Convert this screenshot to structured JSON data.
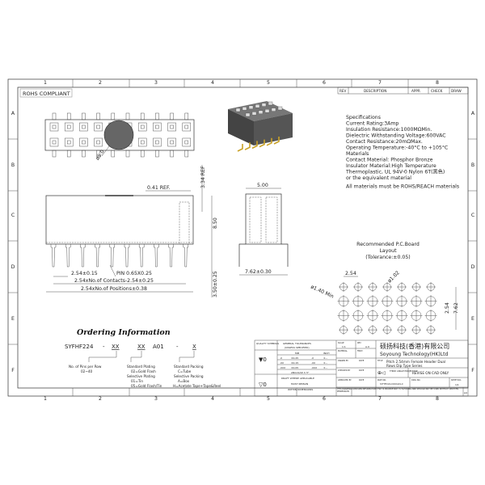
{
  "frame": {
    "columns": [
      "1",
      "2",
      "3",
      "4",
      "5",
      "6",
      "7",
      "8"
    ],
    "rows": [
      "A",
      "B",
      "C",
      "D",
      "E",
      "F"
    ]
  },
  "revision_table": {
    "rev": "REV",
    "description": "DESCRIPTION",
    "appr": "APPR",
    "check": "CHECK",
    "draw": "DRAW"
  },
  "rohs_label": "ROHS COMPLIANT",
  "specifications": [
    "Specifications",
    "Current Rating:3Amp",
    "Insulation Resistance:1000MΩMin.",
    "Dielectric Withstanding Voltage:600VAC",
    "Contact Resistance:20mΩMax.",
    "Operating Temperature:-40°C to +105°C",
    "Materials",
    "Contact Material: Phosphor Bronze",
    "Insulator Material:High Temperature",
    "Thermoplastic, UL 94V-0 Nylon 6T(黑色)",
    "or the equivalent material",
    "All materials must be ROHS/REACH materials"
  ],
  "dimensions": {
    "top_dia": "ø5.0",
    "ref_041": "0.41 REF.",
    "ref_334": "3.34 REF",
    "height_850": "8.50",
    "pitch": "2.54±0.15",
    "pin": "PIN 0.65X0.25",
    "contacts": "2.54xNo.of Contacts-2.54±0.25",
    "positions": "2.54xNo.of Positions±0.38",
    "tail": "3.50±0.25",
    "width_500": "5.00",
    "row_spacing": "7.62±0.30"
  },
  "pcb_layout": {
    "title": "Recommended P.C.Board",
    "subtitle": "Layout",
    "tolerance": "(Tolerance:±0.05)",
    "pitch": "2.54",
    "hole": "ø1.02",
    "pad": "ø1.40 Min",
    "row_pitch": "2.54",
    "row_spacing": "7.62"
  },
  "ordering": {
    "title": "Ordering Information",
    "part": "SYFHF224",
    "dash1": "-",
    "xx1": "XX",
    "xx2": "XX",
    "a01": "A01",
    "dash2": "-",
    "x": "X",
    "pins_label": "No. of Pins per Row",
    "pins_range": "02~40",
    "plating_std": "Standard Plating",
    "plating_02": "02=Gold Flash",
    "plating_sel": "Selective Plating",
    "plating_01": "01=Tin",
    "plating_05": "05=Gold Flash/Tin",
    "pack_std": "Standard Packing",
    "pack_c": "C=Tube",
    "pack_sel": "Selective Packing",
    "pack_a": "A=Box",
    "pack_h": "H=Acetate Tape+Tape&Reel"
  },
  "title_block": {
    "quality_symbols": "QUALITY SYMBOLS",
    "general_tol": "GENERAL TOLERANCES",
    "unless": "(UNLESS SPECIFIED)",
    "mm": "MM",
    "inch": "INCH",
    "tol_rows": [
      {
        "mm_k": ".X",
        "mm_v": "±0.25",
        "in_k": ".X",
        "in_v": "±..."
      },
      {
        "mm_k": ".XX",
        "mm_v": "±0.15",
        "in_k": ".XX",
        "in_v": "±..."
      },
      {
        "mm_k": ".XXX",
        "mm_v": "±0.05",
        "in_k": ".XXX",
        "in_v": "±..."
      }
    ],
    "angular": "ANGULAR ±.5°",
    "draft": "DRAFT WHERE APPLICABLE",
    "must": "MUST REMAIN",
    "within": "WITHIN DIMENSIONS",
    "sym1": "▼0",
    "sym2": "▽0",
    "scale_label": "SCALE",
    "scale": "1:1",
    "rev_label": "REV",
    "rev": "A.0",
    "material": "MATERIAL",
    "fnsh": "FNSH",
    "drawn_by": "DRAWN BY",
    "checked_by": "CHECKED BY",
    "approved_by": "APPROVED BY",
    "date": "DATE",
    "company_cn": "硕扬科技(香港)有限公司",
    "company_en": "Soyoung Technology(HK)Ltd",
    "title_label": "TITLE",
    "title1": "Pitch 2.54mm Female Header Dual",
    "title2": "Rows Dip Type Series",
    "projection": "THIRD ANGLE PROJECTION",
    "revise": "REVISE ON CAD ONLY",
    "part_no_label": "PART NO.",
    "part_no": "SYFHF224-XXXXA01-X",
    "dwg_no": "DWG NO.",
    "sheet_label": "SHEET NO.",
    "sheet": "1/1",
    "notice": "THIS DRAWING CONTAINS INFORMATION THAT IS PROPRIETARY TO SOYOUNG AND SHOULD NOT BE USED WITHOUT WRITTEN PERMISSION",
    "size": "A4"
  }
}
